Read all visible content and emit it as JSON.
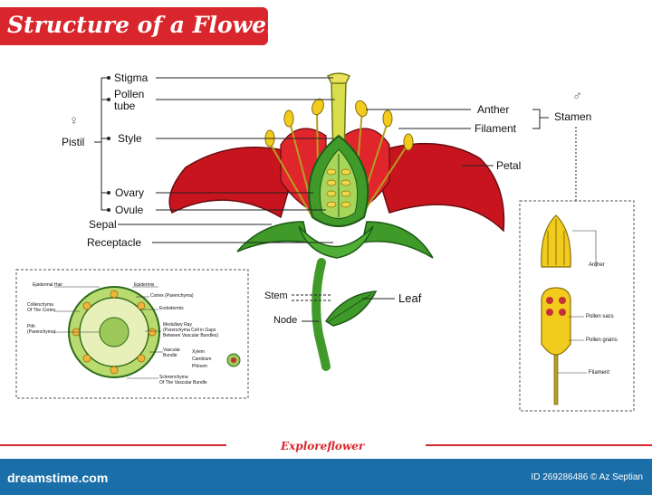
{
  "title": "Structure of a Flower",
  "main_labels": {
    "stigma": "Stigma",
    "pollen_tube": "Pollen\ntube",
    "style": "Style",
    "ovary": "Ovary",
    "ovule": "Ovule",
    "sepal": "Sepal",
    "receptacle": "Receptacle",
    "pistil": "Pistil",
    "anther": "Anther",
    "filament": "Filament",
    "stamen": "Stamen",
    "petal": "Petal",
    "stem": "Stem",
    "node": "Node",
    "leaf": "Leaf"
  },
  "symbols": {
    "female": "♀",
    "male": "♂"
  },
  "cross_section": {
    "epidermal_hair": "Epidermal Hair",
    "epidermis": "Epidermis",
    "cortex": "Cortex (Parenchyma)",
    "collenchyma": "Collenchyma\nOf The Cortex",
    "endodermis": "Endodermis",
    "pith": "Pith\n(Parenchyma)",
    "medullary_ray": "Medullary Ray\n(Parenchyma Cell in Gaps\nBetween Vascular Bundles)",
    "vascular_bundle": "Vascular\nBundle",
    "xylem": "Xylem",
    "cambium": "Cambium",
    "phloem": "Phloem",
    "sclerenchyma": "Sclerenchyma\nOf The Vascular Bundle"
  },
  "stamen_detail": {
    "anther": "Anther",
    "pollen_sacs": "Pollen sacs",
    "pollen_grains": "Pollen grains",
    "filament": "Filament"
  },
  "brand": "Exploreflower",
  "footer": {
    "logo": "dreamstime.com",
    "id": "ID 269286486 © Az Septian"
  }
}
